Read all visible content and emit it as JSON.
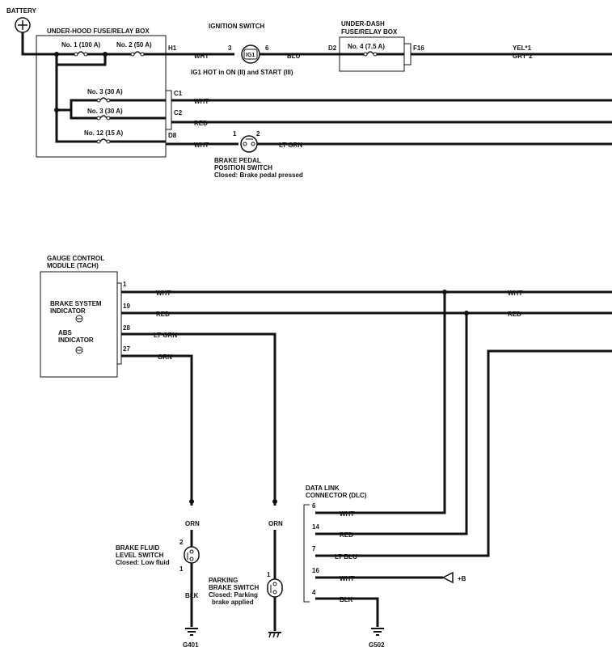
{
  "battery": {
    "label": "BATTERY"
  },
  "fuse_box": {
    "title": "UNDER-HOOD FUSE/RELAY BOX",
    "fuses": [
      "No. 1 (100 A)",
      "No. 2 (50 A)",
      "No. 3 (30 A)",
      "No. 3 (30 A)",
      "No. 12 (15 A)"
    ],
    "pins": [
      "H1",
      "C1",
      "C2",
      "D8"
    ]
  },
  "ignition": {
    "title": "IGNITION SWITCH",
    "pin_in": "3",
    "pin_out": "6",
    "switch_label": "IG1",
    "note": "IG1 HOT in ON (II) and START (III)"
  },
  "dash_box": {
    "title_line1": "UNDER-DASH",
    "title_line2": "FUSE/RELAY BOX",
    "fuse": "No. 4 (7.5 A)",
    "pin_in": "D2",
    "pin_out": "F16"
  },
  "wires_top": {
    "h1": "WHT",
    "ign_out": "BLU",
    "c1": "WHT",
    "c2": "RED",
    "d8": "WHT",
    "brake_out": "LT GRN",
    "f16_line1": "YEL*1",
    "f16_line2": "GRY*2"
  },
  "brake_pedal": {
    "pin1": "1",
    "pin2": "2",
    "line1": "BRAKE PEDAL",
    "line2": "POSITION SWITCH",
    "line3": "Closed: Brake pedal pressed"
  },
  "gauge": {
    "title_line1": "GAUGE CONTROL",
    "title_line2": "MODULE (TACH)",
    "brake_ind_line1": "BRAKE SYSTEM",
    "brake_ind_line2": "INDICATOR",
    "abs_line1": "ABS",
    "abs_line2": "INDICATOR",
    "pins": [
      {
        "num": "1",
        "wire": "WHT"
      },
      {
        "num": "19",
        "wire": "RED"
      },
      {
        "num": "28",
        "wire": "LT GRN"
      },
      {
        "num": "27",
        "wire": "GRN"
      }
    ],
    "right_wht": "WHT",
    "right_red": "RED"
  },
  "brake_fluid": {
    "wire_top": "ORN",
    "pin_top": "2",
    "pin_bottom": "1",
    "wire_bottom": "BLK",
    "line1": "BRAKE FLUID",
    "line2": "LEVEL SWITCH",
    "line3": "Closed: Low fluid",
    "ground": "G401"
  },
  "parking": {
    "wire_top": "ORN",
    "pin": "1",
    "line1": "PARKING",
    "line2": "BRAKE SWITCH",
    "line3": "Closed: Parking",
    "line4": "brake applied"
  },
  "dlc": {
    "title_line1": "DATA LINK",
    "title_line2": "CONNECTOR (DLC)",
    "pins": [
      {
        "num": "6",
        "wire": "WHT"
      },
      {
        "num": "14",
        "wire": "RED"
      },
      {
        "num": "7",
        "wire": "LT BLU"
      },
      {
        "num": "16",
        "wire": "WHT"
      },
      {
        "num": "4",
        "wire": "BLK"
      }
    ],
    "plus_b": "+B",
    "ground": "G502"
  }
}
